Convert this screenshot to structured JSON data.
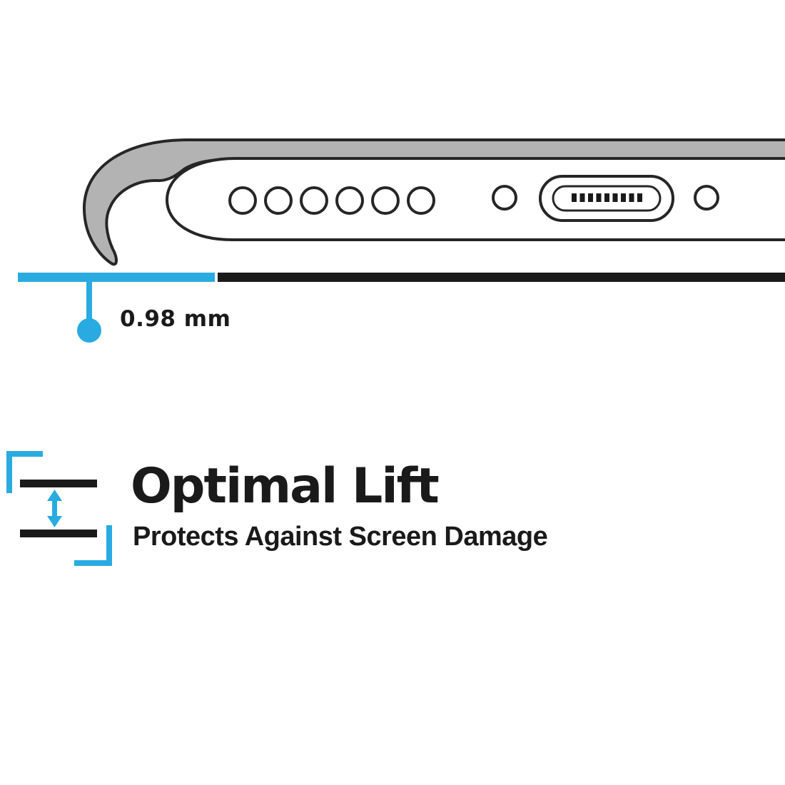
{
  "illustration": {
    "name": "phone-bottom-edge-in-case",
    "measurement": {
      "value": "0.98 mm"
    },
    "details": {
      "speaker_hole_count": 6,
      "port": "charging-port",
      "screw_holes": 2
    }
  },
  "feature": {
    "title": "Optimal Lift",
    "subtitle": "Protects Against Screen Damage"
  },
  "icons": {
    "lift_icon": "lift-clearance-arrow-icon",
    "phone_icon": "phone-bottom-illustration"
  },
  "colors": {
    "accent_cyan": "#29abe2",
    "ink_black": "#1a1a1a",
    "outline_dark": "#262626",
    "case_gray": "#b3b3b3",
    "background": "#ffffff"
  }
}
